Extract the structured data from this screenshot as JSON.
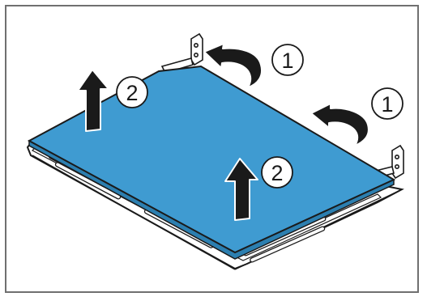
{
  "figure": {
    "frame_color": "#707070",
    "panel_color": "#3f9bd1",
    "outline_color": "#1a1a1a",
    "arrow_fill": "#1a1a1a",
    "arrow_stroke": "#ffffff",
    "callouts": {
      "hinge_left_label": "1",
      "hinge_right_label": "1",
      "lift_top_label": "2",
      "lift_center_label": "2"
    },
    "icons": {
      "curved_arrow": "curved-push-arrow-icon",
      "lift_arrow": "up-arrow-icon"
    }
  }
}
